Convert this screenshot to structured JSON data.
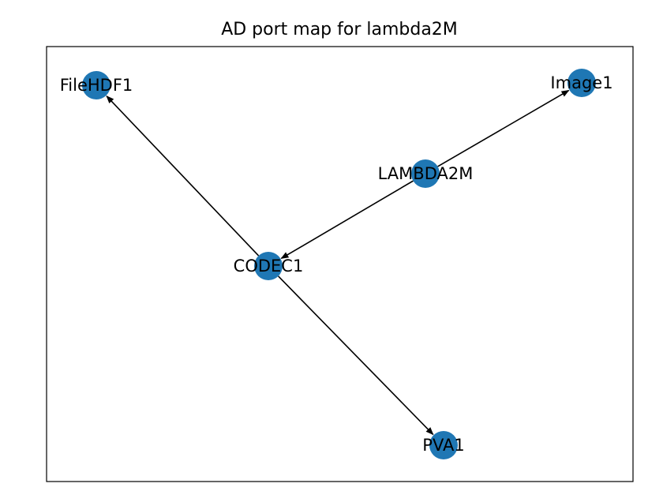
{
  "title": "AD port map for lambda2M",
  "colors": {
    "node_fill": "#1f77b4",
    "edge_stroke": "#000000",
    "frame_stroke": "#000000",
    "background": "#ffffff"
  },
  "nodes": [
    {
      "id": "FileHDF1",
      "label": "FileHDF1"
    },
    {
      "id": "Image1",
      "label": "Image1"
    },
    {
      "id": "LAMBDA2M",
      "label": "LAMBDA2M"
    },
    {
      "id": "CODEC1",
      "label": "CODEC1"
    },
    {
      "id": "PVA1",
      "label": "PVA1"
    }
  ],
  "edges": [
    {
      "source": "LAMBDA2M",
      "target": "Image1"
    },
    {
      "source": "LAMBDA2M",
      "target": "CODEC1"
    },
    {
      "source": "CODEC1",
      "target": "FileHDF1"
    },
    {
      "source": "CODEC1",
      "target": "PVA1"
    }
  ]
}
